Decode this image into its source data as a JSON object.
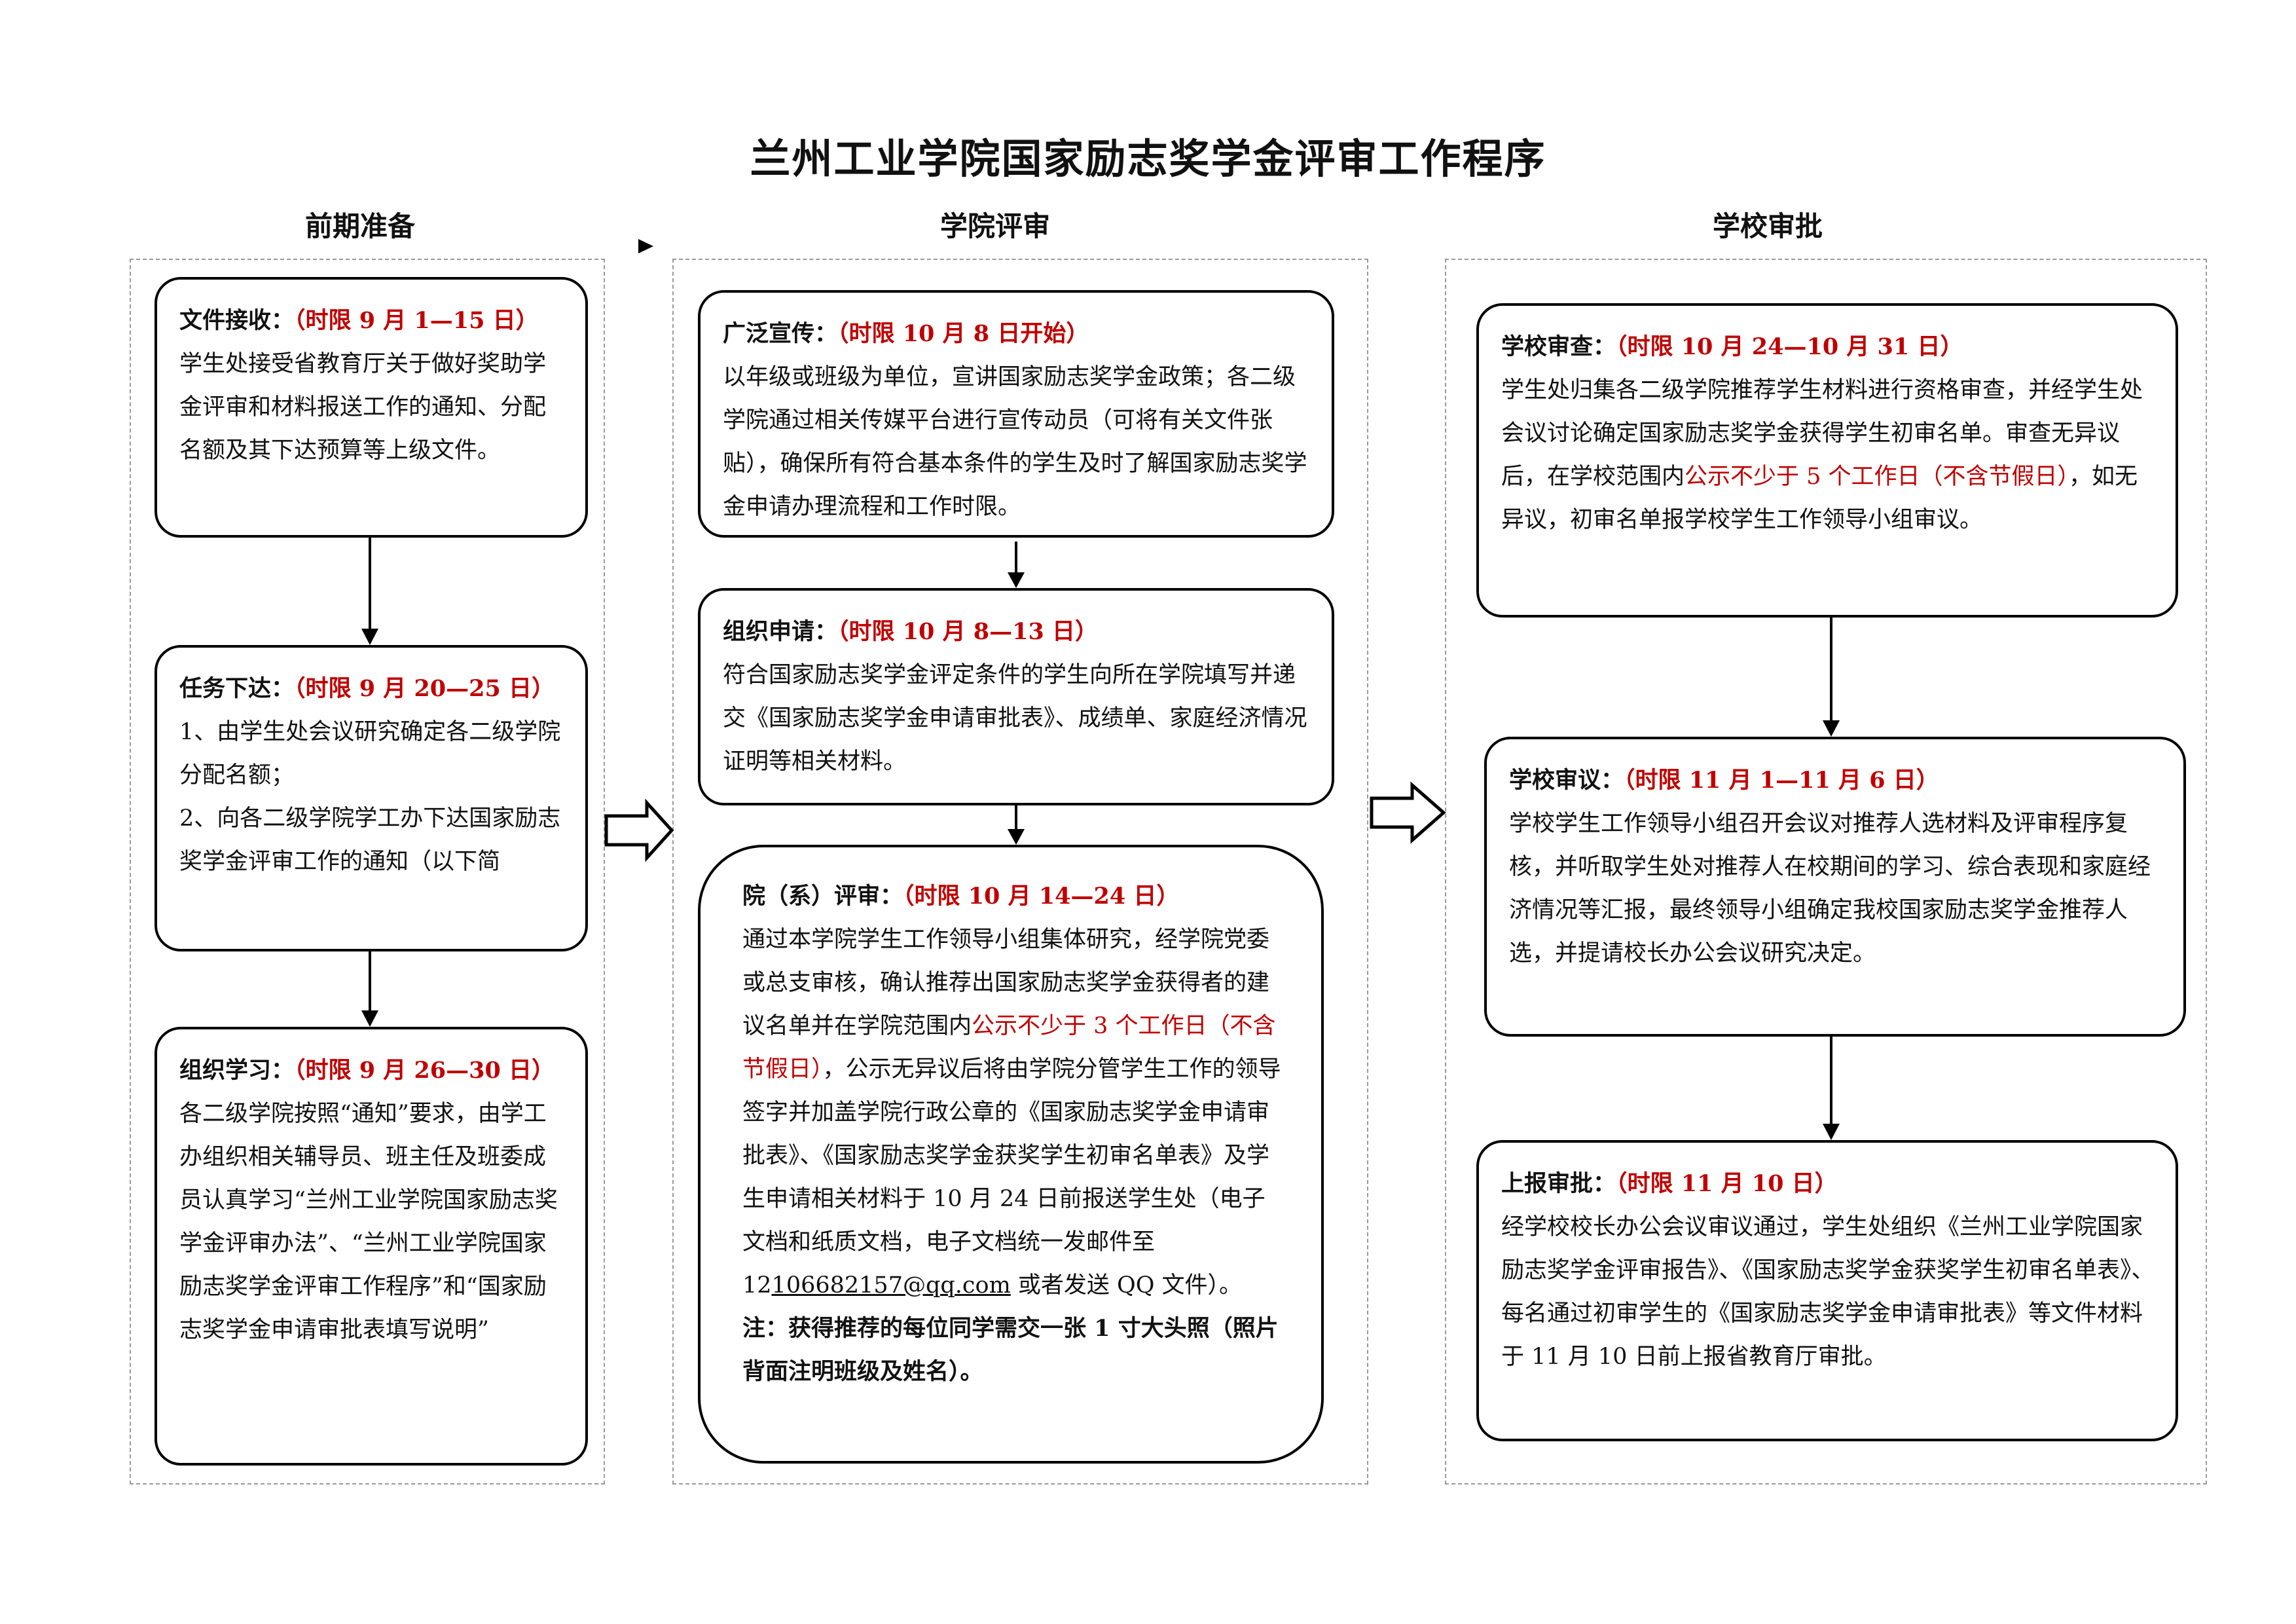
{
  "title": "兰州工业学院国家励志奖学金评审工作程序",
  "columns": [
    {
      "heading": "前期准备"
    },
    {
      "heading": "学院评审"
    },
    {
      "heading": "学校审批"
    }
  ],
  "col1": {
    "box1": {
      "label": "文件接收：",
      "limit": "（时限 9 月 1—15 日）",
      "text": "学生处接受省教育厅关于做好奖助学金评审和材料报送工作的通知、分配名额及其下达预算等上级文件。"
    },
    "box2": {
      "label": "任务下达：",
      "limit": "（时限 9 月 20—25 日）",
      "item1": "1、由学生处会议研究确定各二级学院分配名额；",
      "item2": "2、向各二级学院学工办下达国家励志奖学金评审工作的通知（以下简"
    },
    "box3": {
      "label": "组织学习：",
      "limit": "（时限 9 月 26—30 日）",
      "text": "各二级学院按照“通知”要求，由学工办组织相关辅导员、班主任及班委成员认真学习“兰州工业学院国家励志奖学金评审办法”、“兰州工业学院国家励志奖学金评审工作程序”和“国家励志奖学金申请审批表填写说明”"
    }
  },
  "col2": {
    "box1": {
      "label": "广泛宣传：",
      "limit": "（时限 10 月 8 日开始）",
      "text": "以年级或班级为单位，宣讲国家励志奖学金政策；各二级学院通过相关传媒平台进行宣传动员（可将有关文件张贴），确保所有符合基本条件的学生及时了解国家励志奖学金申请办理流程和工作时限。"
    },
    "box2": {
      "label": "组织申请：",
      "limit": "（时限 10 月 8—13 日）",
      "text": "符合国家励志奖学金评定条件的学生向所在学院填写并递交《国家励志奖学金申请审批表》、成绩单、家庭经济情况证明等相关材料。"
    },
    "box3": {
      "label": "院（系）评审：",
      "limit": "（时限 10 月 14—24 日）",
      "text_a": "通过本学院学生工作领导小组集体研究，经学院党委或总支审核，确认推荐出国家励志奖学金获得者的建议名单并在学院范围内",
      "text_red": "公示不少于 3 个工作日（不含节假日）",
      "text_b": "，公示无异议后将由学院分管学生工作的领导签字并加盖学院行政公章的《国家励志奖学金申请审批表》、《国家励志奖学金获奖学生初审名单表》及学生申请相关材料于 10 月 24 日前报送学生处（电子文档和纸质文档，电子文档统一发邮件至 12",
      "email": "106682157@qq.com",
      "text_c": " 或者发送 QQ 文件）。",
      "note": "注：获得推荐的每位同学需交一张 1 寸大头照（照片背面注明班级及姓名）。"
    }
  },
  "col3": {
    "box1": {
      "label": "学校审查：",
      "limit": "（时限 10 月 24—10 月 31 日）",
      "text_a": "学生处归集各二级学院推荐学生材料进行资格审查，并经学生处会议讨论确定国家励志奖学金获得学生初审名单。审查无异议后，在学校范围内",
      "text_red": "公示不少于 5 个工作日（不含节假日）",
      "text_b": "，如无异议，初审名单报学校学生工作领导小组审议。"
    },
    "box2": {
      "label": "学校审议：",
      "limit": "（时限 11 月 1—11 月 6 日）",
      "text": "学校学生工作领导小组召开会议对推荐人选材料及评审程序复核，并听取学生处对推荐人在校期间的学习、综合表现和家庭经济情况等汇报，最终领导小组确定我校国家励志奖学金推荐人选，并提请校长办公会议研究决定。"
    },
    "box3": {
      "label": "上报审批：",
      "limit": "（时限 11 月 10 日）",
      "text": "经学校校长办公会议审议通过，学生处组织《兰州工业学院国家励志奖学金评审报告》、《国家励志奖学金获奖学生初审名单表》、每名通过初审学生的《国家励志奖学金申请审批表》等文件材料于 11 月 10 日前上报省教育厅审批。"
    }
  },
  "colors": {
    "limit_red": "#c00000",
    "border": "#000000",
    "dashed": "#9a9a9a"
  }
}
